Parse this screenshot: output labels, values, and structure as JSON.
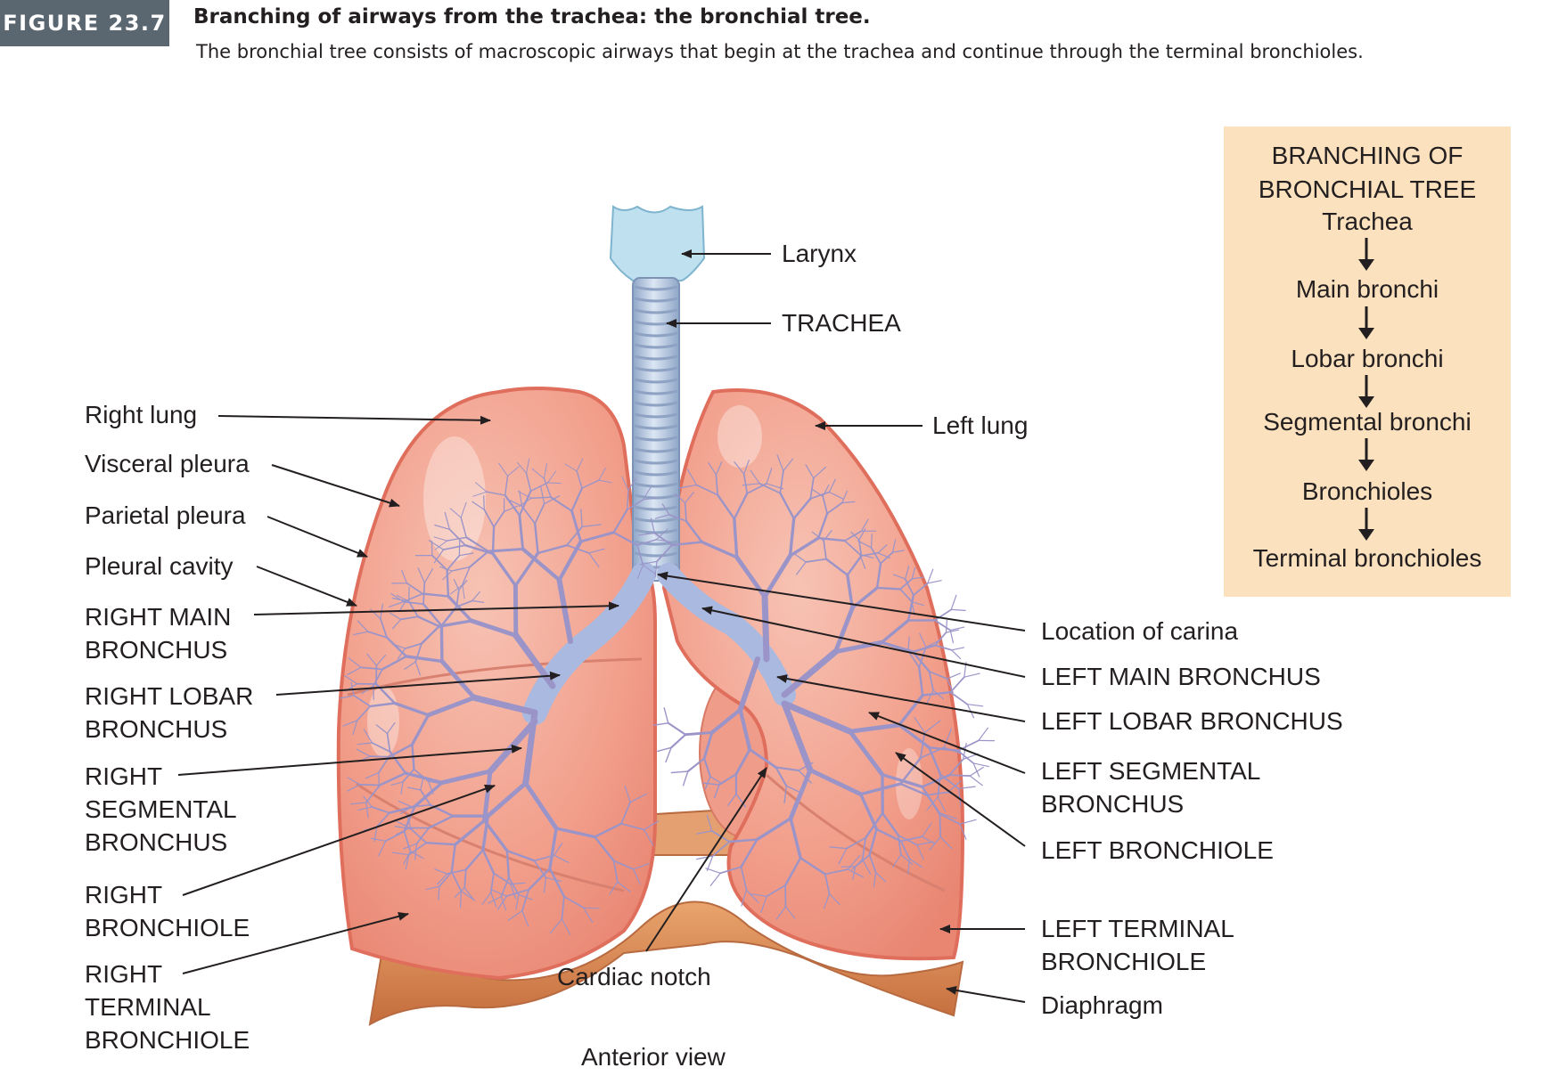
{
  "figure": {
    "number": "FIGURE 23.7",
    "title": "Branching of airways from the trachea: the bronchial tree.",
    "caption": "The bronchial tree consists of macroscopic airways that begin at the trachea and continue through the terminal bronchioles."
  },
  "flow": {
    "heading": [
      "BRANCHING OF",
      "BRONCHIAL TREE"
    ],
    "steps": [
      "Trachea",
      "Main bronchi",
      "Lobar bronchi",
      "Segmental bronchi",
      "Bronchioles",
      "Terminal bronchioles"
    ]
  },
  "labels": {
    "larynx": "Larynx",
    "trachea": "TRACHEA",
    "left_lung": "Left lung",
    "right_lung": "Right lung",
    "visceral_pleura": "Visceral pleura",
    "parietal_pleura": "Parietal pleura",
    "pleural_cavity": "Pleural cavity",
    "right_main_bronchus": [
      "RIGHT MAIN",
      "BRONCHUS"
    ],
    "right_lobar_bronchus": [
      "RIGHT LOBAR",
      "BRONCHUS"
    ],
    "right_segmental_bronchus": [
      "RIGHT",
      "SEGMENTAL",
      "BRONCHUS"
    ],
    "right_bronchiole": [
      "RIGHT",
      "BRONCHIOLE"
    ],
    "right_terminal_bronchiole": [
      "RIGHT",
      "TERMINAL",
      "BRONCHIOLE"
    ],
    "carina": "Location of carina",
    "left_main_bronchus": "LEFT MAIN BRONCHUS",
    "left_lobar_bronchus": "LEFT LOBAR BRONCHUS",
    "left_segmental_bronchus": [
      "LEFT SEGMENTAL",
      "BRONCHUS"
    ],
    "left_bronchiole": "LEFT BRONCHIOLE",
    "left_terminal_bronchiole": [
      "LEFT TERMINAL",
      "BRONCHIOLE"
    ],
    "diaphragm": "Diaphragm",
    "cardiac_notch": "Cardiac notch",
    "view": "Anterior view"
  },
  "colors": {
    "badge": "#5a6670",
    "flow_box": "#fbe1bd",
    "lung_fill": "#f2a08d",
    "lung_edge": "#e0705e",
    "airway": "#aab9e0",
    "bronchiole": "#9a94c8",
    "larynx": "#bfe0ef",
    "diaphragm": "#d98a58",
    "leader": "#231f20"
  }
}
